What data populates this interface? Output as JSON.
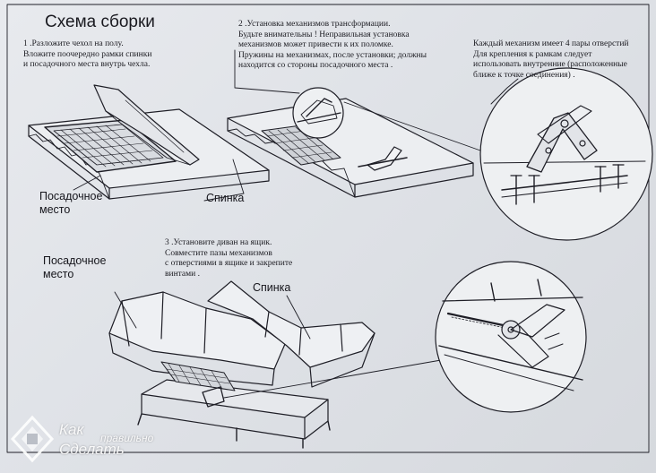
{
  "title": "Схема сборки",
  "step1": {
    "text": "1 .Разложите чехол на полу.\nВложите поочередно рамки спинки\nи посадочного места внутрь чехла."
  },
  "step2": {
    "text": "2 .Установка механизмов трансформации.\nБудьте внимательны ! Неправильная установка\nмеханизмов может привести к их поломке.\nПружины на механизмах, после установки; должны\nнаходится со стороны посадочного места ."
  },
  "step_note": {
    "text": "Каждый механизм имеет 4 пары отверстий\nДля крепления  к рамкам следует\nиспользовать внутренние (расположенные\nближе к точке соединения) ."
  },
  "step3": {
    "text": "3 .Установите диван на ящик.\nСовместите пазы механизмов\nс отверстиями в ящике и закрепите\nвинтами ."
  },
  "labels": {
    "seat_top": "Посадочное\nместо",
    "back_top": "Спинка",
    "seat_bottom": "Посадочное\nместо",
    "back_bottom": "Спинка"
  },
  "watermark": {
    "line1": "Как",
    "line2": "правильно",
    "line3": "Сделать"
  }
}
